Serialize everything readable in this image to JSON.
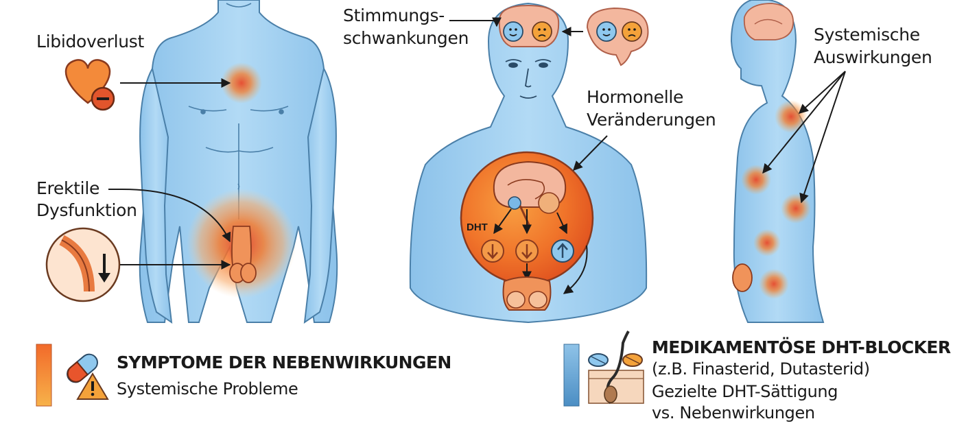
{
  "labels": {
    "libido": "Libidoverlust",
    "erectile_line1": "Erektile",
    "erectile_line2": "Dysfunktion",
    "mood_line1": "Stimmungs-",
    "mood_line2": "schwankungen",
    "hormonal_line1": "Hormonelle",
    "hormonal_line2": "Veränderungen",
    "systemic_line1": "Systemische",
    "systemic_line2": "Auswirkungen",
    "dht": "DHT"
  },
  "legend_left": {
    "title": "SYMPTOME DER NEBENWIRKUNGEN",
    "subtitle": "Systemische Probleme",
    "color_top": "#f26a2a",
    "color_bottom": "#f7b24a"
  },
  "legend_right": {
    "title": "MEDIKAMENTÖSE DHT-BLOCKER",
    "line1": "(z.B. Finasterid, Dutasterid)",
    "line2": "Gezielte DHT-Sättigung",
    "line3": "vs. Nebenwirkungen",
    "color_top": "#8fc3e8",
    "color_bottom": "#4b8ec4"
  },
  "icons": [
    "heart-minus-icon",
    "erection-down-icon",
    "brain-mood-icon",
    "capsule-icon",
    "warning-icon",
    "pill-icon",
    "hair-follicle-icon",
    "arrow-down-icon",
    "arrow-up-icon"
  ],
  "colors": {
    "skin": "#a9d3f2",
    "skin_outline": "#4a7fa8",
    "glow": "#f47a2a",
    "glow_core": "#e8482a",
    "arrow": "#1a1a1a"
  }
}
